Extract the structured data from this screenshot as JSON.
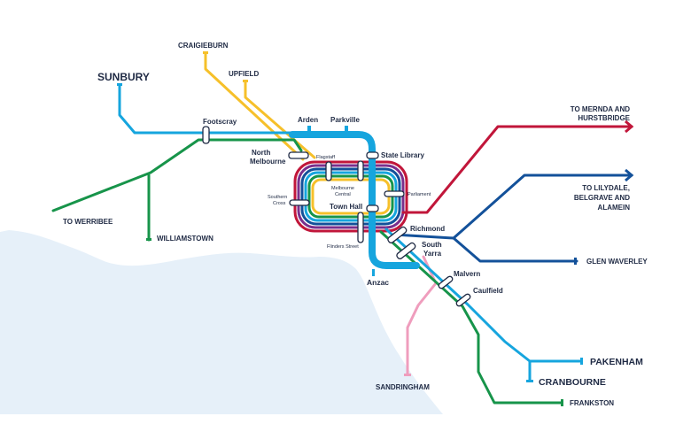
{
  "map": {
    "colors": {
      "water": "#e6f0f9",
      "cyan": "#16a5de",
      "green": "#17944a",
      "yellow": "#f6c02a",
      "red": "#c1163a",
      "purple": "#7a2f8c",
      "navy": "#13519a",
      "pink": "#ef9dbd",
      "text": "#1f2a44",
      "station_fill": "#ffffff",
      "station_stroke": "#1f2a44"
    },
    "lines": [
      {
        "id": "sunbury",
        "color": "cyan"
      },
      {
        "id": "werribee",
        "color": "green"
      },
      {
        "id": "williamstown",
        "color": "green"
      },
      {
        "id": "craigieburn",
        "color": "yellow"
      },
      {
        "id": "upfield",
        "color": "yellow"
      },
      {
        "id": "mernda-hurstbridge",
        "color": "red"
      },
      {
        "id": "lilydale-belgrave-alamein",
        "color": "navy"
      },
      {
        "id": "glen-waverley",
        "color": "navy"
      },
      {
        "id": "pakenham",
        "color": "cyan"
      },
      {
        "id": "cranbourne",
        "color": "cyan"
      },
      {
        "id": "frankston",
        "color": "green"
      },
      {
        "id": "sandringham",
        "color": "pink"
      },
      {
        "id": "metro-tunnel",
        "color": "cyan"
      }
    ],
    "termini": {
      "sunbury": "SUNBURY",
      "craigieburn": "CRAIGIEBURN",
      "upfield": "UPFIELD",
      "werribee": "TO WERRIBEE",
      "williamstown": "WILLIAMSTOWN",
      "mernda_1": "TO MERNDA AND",
      "mernda_2": "HURSTBRIDGE",
      "lilydale_1": "TO LILYDALE,",
      "lilydale_2": "BELGRAVE AND",
      "lilydale_3": "ALAMEIN",
      "glen_waverley": "GLEN WAVERLEY",
      "pakenham": "PAKENHAM",
      "cranbourne": "CRANBOURNE",
      "frankston": "FRANKSTON",
      "sandringham": "SANDRINGHAM"
    },
    "stations": {
      "footscray": "Footscray",
      "arden": "Arden",
      "parkville": "Parkville",
      "north_melbourne_1": "North",
      "north_melbourne_2": "Melbourne",
      "flagstaff": "Flagstaff",
      "state_library": "State Library",
      "melbourne_central_1": "Melbourne",
      "melbourne_central_2": "Central",
      "parliament": "Parliament",
      "southern_cross_1": "Southern",
      "southern_cross_2": "Cross",
      "town_hall": "Town Hall",
      "flinders_street": "Flinders Street",
      "richmond": "Richmond",
      "south_yarra_1": "South",
      "south_yarra_2": "Yarra",
      "anzac": "Anzac",
      "malvern": "Malvern",
      "caulfield": "Caulfield"
    }
  }
}
